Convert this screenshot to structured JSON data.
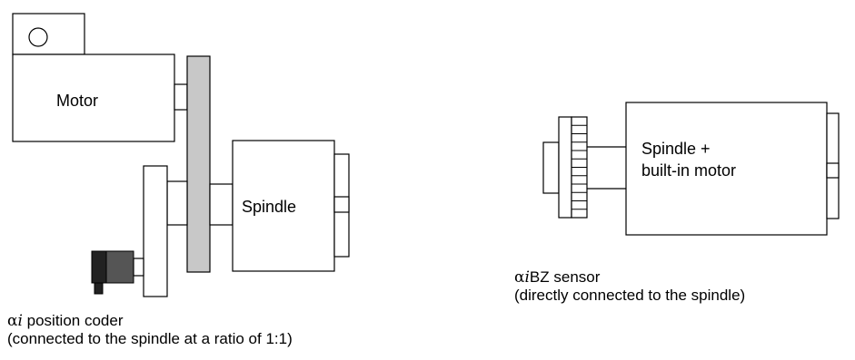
{
  "left_assembly": {
    "motor_label": "Motor",
    "spindle_label": "Spindle",
    "caption": {
      "greek": "α",
      "italic": "i",
      "line1_rest": " position coder",
      "line2": "(connected to the spindle at a ratio of 1:1)"
    }
  },
  "right_assembly": {
    "spindle_label_line1": "Spindle +",
    "spindle_label_line2": "built-in motor",
    "caption": {
      "greek": "α",
      "italic": "i",
      "line1_rest": "BZ sensor",
      "line2": "(directly connected to the spindle)"
    }
  },
  "colors": {
    "belt": "#c8c8c8",
    "coder_dark": "#222222",
    "coder_mid": "#555555"
  }
}
